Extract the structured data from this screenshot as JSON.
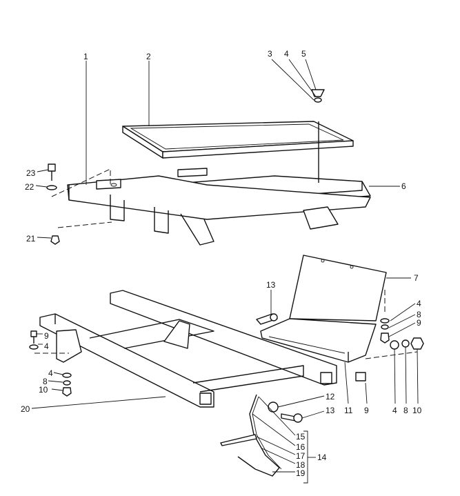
{
  "diagram": {
    "title": "Exploded parts view: battery tray and frame assembly",
    "callouts": [
      "1",
      "2",
      "3",
      "4",
      "5",
      "6",
      "7",
      "4",
      "8",
      "9",
      "4",
      "8",
      "9",
      "10",
      "11",
      "13",
      "12",
      "13",
      "15",
      "16",
      "17",
      "18",
      "19",
      "14",
      "20",
      "9",
      "4",
      "4",
      "8",
      "10",
      "21",
      "22",
      "23"
    ]
  }
}
